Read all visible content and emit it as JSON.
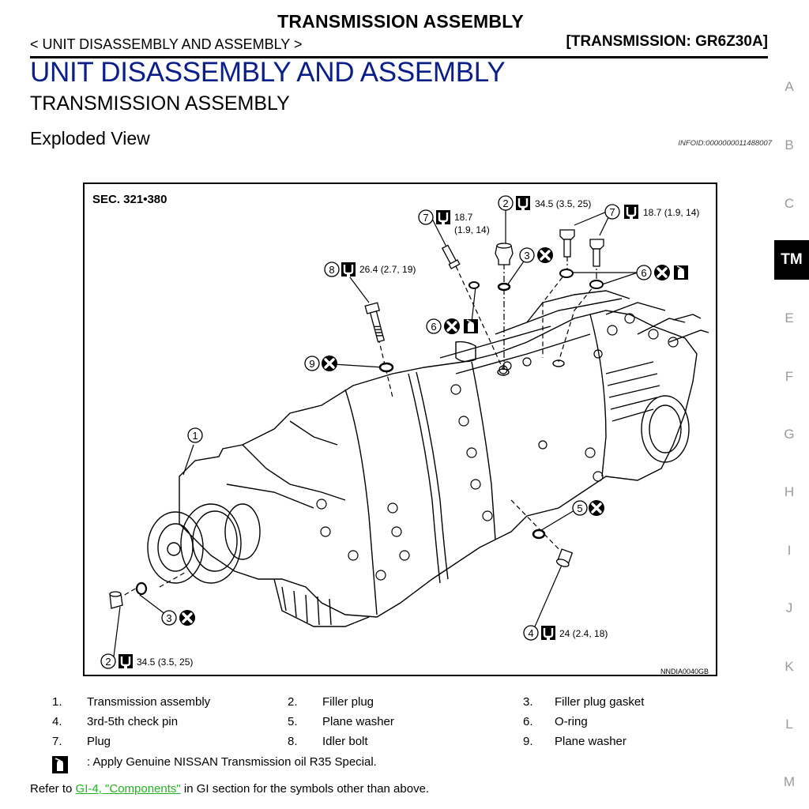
{
  "header": {
    "title": "TRANSMISSION ASSEMBLY",
    "section_path": "< UNIT DISASSEMBLY AND ASSEMBLY >",
    "transmission": "[TRANSMISSION: GR6Z30A]"
  },
  "page": {
    "heading": "UNIT DISASSEMBLY AND ASSEMBLY",
    "subheading": "TRANSMISSION ASSEMBLY",
    "section": "Exploded View",
    "infoid": "INFOID:0000000011488007"
  },
  "side_tabs": [
    "A",
    "B",
    "C",
    "TM",
    "E",
    "F",
    "G",
    "H",
    "I",
    "J",
    "K",
    "L",
    "M"
  ],
  "active_tab": "TM",
  "figure": {
    "sec": "SEC. 321•380",
    "code": "NNDIA0040GB",
    "callouts": [
      {
        "num": "7",
        "torque": "18.7",
        "torque2": "(1.9, 14)",
        "symbols": [
          "torque-icon"
        ]
      },
      {
        "num": "2",
        "torque": "34.5 (3.5, 25)",
        "symbols": [
          "torque-icon"
        ]
      },
      {
        "num": "7",
        "torque": "18.7 (1.9, 14)",
        "symbols": [
          "torque-icon"
        ]
      },
      {
        "num": "8",
        "torque": "26.4 (2.7, 19)",
        "symbols": [
          "torque-icon"
        ]
      },
      {
        "num": "3",
        "symbols": [
          "do-not-reuse-icon"
        ]
      },
      {
        "num": "6",
        "symbols": [
          "do-not-reuse-icon",
          "oil-icon"
        ]
      },
      {
        "num": "6",
        "symbols": [
          "do-not-reuse-icon",
          "oil-icon"
        ]
      },
      {
        "num": "9",
        "symbols": [
          "do-not-reuse-icon"
        ]
      },
      {
        "num": "1",
        "symbols": []
      },
      {
        "num": "5",
        "symbols": [
          "do-not-reuse-icon"
        ]
      },
      {
        "num": "3",
        "symbols": [
          "do-not-reuse-icon"
        ]
      },
      {
        "num": "4",
        "torque": "24 (2.4, 18)",
        "symbols": [
          "torque-icon"
        ]
      },
      {
        "num": "2",
        "torque": "34.5 (3.5, 25)",
        "symbols": [
          "torque-icon"
        ]
      }
    ]
  },
  "legend": [
    {
      "num": "1.",
      "label": "Transmission assembly"
    },
    {
      "num": "2.",
      "label": "Filler plug"
    },
    {
      "num": "3.",
      "label": "Filler plug gasket"
    },
    {
      "num": "4.",
      "label": "3rd-5th check pin"
    },
    {
      "num": "5.",
      "label": "Plane washer"
    },
    {
      "num": "6.",
      "label": "O-ring"
    },
    {
      "num": "7.",
      "label": "Plug"
    },
    {
      "num": "8.",
      "label": "Idler bolt"
    },
    {
      "num": "9.",
      "label": "Plane washer"
    }
  ],
  "note": ": Apply Genuine NISSAN Transmission oil R35 Special.",
  "refer": {
    "prefix": "Refer to ",
    "link": "GI-4, \"Components\"",
    "suffix": " in GI section for the symbols other than above."
  },
  "colors": {
    "heading": "#0b1f8a",
    "link": "#21b321",
    "tab_inactive": "#9a9a9a"
  }
}
